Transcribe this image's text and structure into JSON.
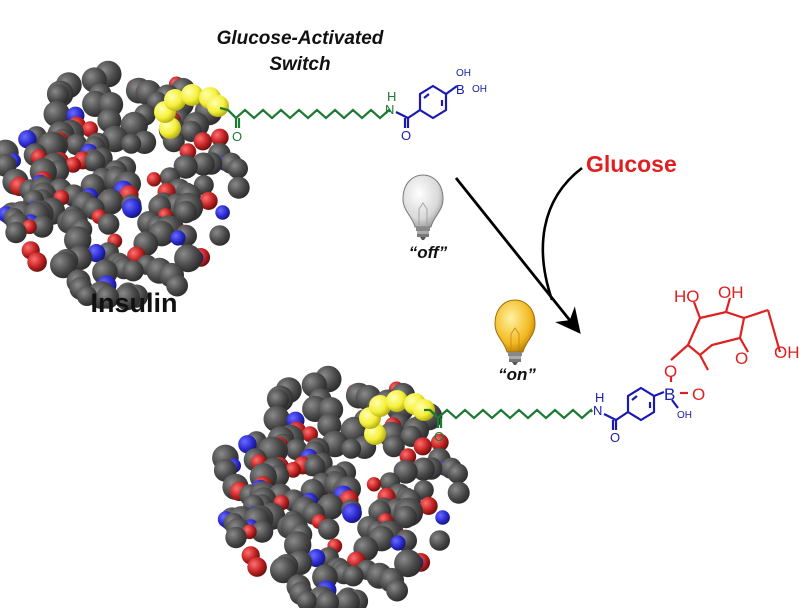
{
  "title": {
    "line1": "Glucose-Activated",
    "line2": "Switch"
  },
  "labels": {
    "insulin": "Insulin",
    "glucose": "Glucose",
    "off": "“off”",
    "on": "“on”"
  },
  "atoms": {
    "oxygen": "O",
    "nitrogen": "N",
    "hydrogen": "H",
    "boron": "B",
    "hydroxyl": "OH",
    "hydroxyl_left": "HO"
  },
  "colors": {
    "linker": "#1e7a34",
    "phenylboronic": "#1a1ab0",
    "glucose": "#e02020",
    "tag": "#f5f03a",
    "carbon": "#4a4a4a",
    "nitrogen_atom": "#2a2ad0",
    "oxygen_atom": "#c02020",
    "bulb_off": "#d8d8d8",
    "bulb_on": "#f2b81e"
  },
  "icons": {
    "bulb_off": "lightbulb-off-icon",
    "bulb_on": "lightbulb-on-icon"
  }
}
